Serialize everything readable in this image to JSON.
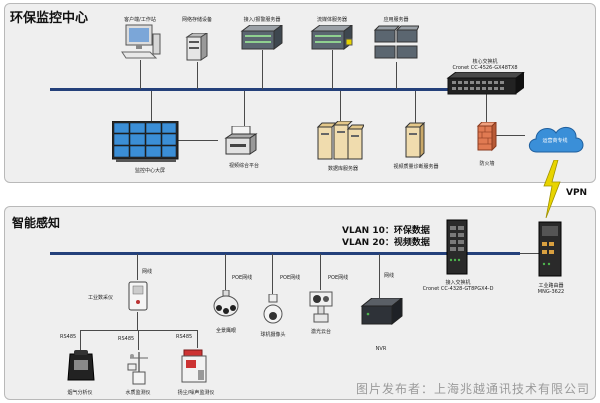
{
  "sections": {
    "top_title": "环保监控中心",
    "bottom_title": "智能感知"
  },
  "top_devices": [
    {
      "label": "客户端/工作站",
      "icon": "workstation-icon"
    },
    {
      "label": "网络存储设备",
      "icon": "storage-icon"
    },
    {
      "label": "接入/报警服务器",
      "icon": "server-rack-icon"
    },
    {
      "label": "流媒体服务器",
      "icon": "server-rack-icon"
    },
    {
      "label": "应用服务器",
      "icon": "server-cluster-icon"
    }
  ],
  "core_switch": {
    "line1": "核心交换机",
    "line2": "Cronet CC-4526-GX48TX8"
  },
  "top_lower_devices": [
    {
      "label": "监控中心大屏",
      "icon": "video-wall-icon"
    },
    {
      "label": "视频综合平台",
      "icon": "video-platform-icon"
    },
    {
      "label": "数据库服务器",
      "icon": "database-server-icon"
    },
    {
      "label": "视频质量诊断服务器",
      "icon": "diagnosis-server-icon"
    },
    {
      "label": "防火墙",
      "icon": "firewall-icon"
    }
  ],
  "cloud_label": "运营商专线",
  "vpn_label": "VPN",
  "vlan": {
    "line1": "VLAN 10：环保数据",
    "line2": "VLAN 20：视频数据"
  },
  "access_switch": {
    "line1": "接入交换机",
    "line2": "Cronet CC-4328-GT8PGX4-D"
  },
  "router": {
    "line1": "工业路由器",
    "line2": "MNG-3622"
  },
  "bottom_links": {
    "wire": "网线",
    "poe": "POE网线",
    "rs485": "RS485"
  },
  "collector_label": "工业数采仪",
  "bottom_devices": [
    {
      "label": "全景鹰眼",
      "icon": "panoramic-camera-icon"
    },
    {
      "label": "球机摄像头",
      "icon": "dome-camera-icon"
    },
    {
      "label": "激光云台",
      "icon": "laser-ptz-icon"
    },
    {
      "label": "NVR",
      "icon": "nvr-icon"
    }
  ],
  "sensors": [
    {
      "label": "烟气分析仪",
      "icon": "flue-gas-analyzer-icon"
    },
    {
      "label": "水质监测仪",
      "icon": "water-quality-icon"
    },
    {
      "label": "扬尘/噪声监测仪",
      "icon": "dust-noise-monitor-icon"
    }
  ],
  "watermark": "图片发布者：上海兆越通讯技术有限公司",
  "colors": {
    "bus": "#24407a",
    "panel": "#efefef",
    "cloud": "#3a8fd8",
    "vpn_bolt": "#e8d400",
    "firewall": "#e07a52"
  }
}
